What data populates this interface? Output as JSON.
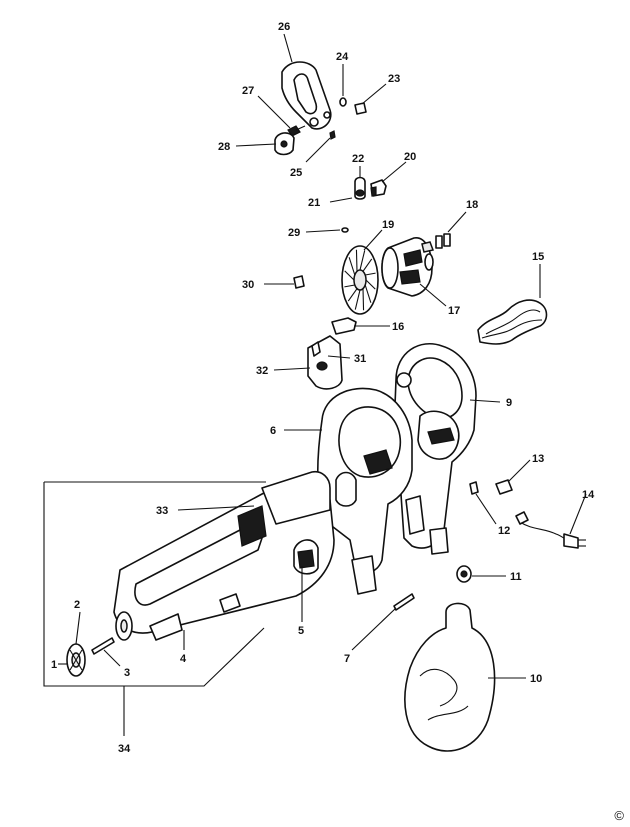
{
  "diagram": {
    "copyright": "©",
    "callouts": [
      {
        "id": "1",
        "label": "1"
      },
      {
        "id": "2",
        "label": "2"
      },
      {
        "id": "3",
        "label": "3"
      },
      {
        "id": "4",
        "label": "4"
      },
      {
        "id": "5",
        "label": "5"
      },
      {
        "id": "6",
        "label": "6"
      },
      {
        "id": "7",
        "label": "7"
      },
      {
        "id": "9",
        "label": "9"
      },
      {
        "id": "10",
        "label": "10"
      },
      {
        "id": "11",
        "label": "11"
      },
      {
        "id": "12",
        "label": "12"
      },
      {
        "id": "13",
        "label": "13"
      },
      {
        "id": "14",
        "label": "14"
      },
      {
        "id": "15",
        "label": "15"
      },
      {
        "id": "16",
        "label": "16"
      },
      {
        "id": "17",
        "label": "17"
      },
      {
        "id": "18",
        "label": "18"
      },
      {
        "id": "19",
        "label": "19"
      },
      {
        "id": "20",
        "label": "20"
      },
      {
        "id": "21",
        "label": "21"
      },
      {
        "id": "22",
        "label": "22"
      },
      {
        "id": "23",
        "label": "23"
      },
      {
        "id": "24",
        "label": "24"
      },
      {
        "id": "25",
        "label": "25"
      },
      {
        "id": "26",
        "label": "26"
      },
      {
        "id": "27",
        "label": "27"
      },
      {
        "id": "28",
        "label": "28"
      },
      {
        "id": "29",
        "label": "29"
      },
      {
        "id": "30",
        "label": "30"
      },
      {
        "id": "31",
        "label": "31"
      },
      {
        "id": "32",
        "label": "32"
      },
      {
        "id": "33",
        "label": "33"
      },
      {
        "id": "34",
        "label": "34"
      }
    ]
  }
}
